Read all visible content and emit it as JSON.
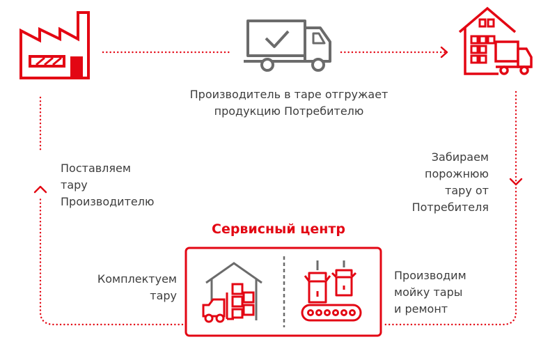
{
  "captions": {
    "ship_lines": [
      "Производитель в таре отгружает",
      "продукцию Потребителю"
    ],
    "supply_lines": [
      "Поставляем",
      "тару",
      "Производителю"
    ],
    "pickup_lines": [
      "Забираем",
      "порожнюю",
      "тару от",
      "Потребителя"
    ],
    "assemble_lines": [
      "Комплектуем",
      "тару"
    ],
    "wash_lines": [
      "Производим",
      "мойку тары",
      "и ремонт"
    ]
  },
  "service_center": {
    "title": "Сервисный центр"
  },
  "icons": {
    "producer": "factory-icon",
    "shipment": "delivery-truck-icon",
    "consumer": "warehouse-with-truck-icon",
    "assembly": "warehouse-forklift-icon",
    "washing": "robotic-conveyor-icon"
  },
  "colors": {
    "accent": "#e30613",
    "icon_gray": "#6b6b6b",
    "text": "#3d3d3d"
  }
}
